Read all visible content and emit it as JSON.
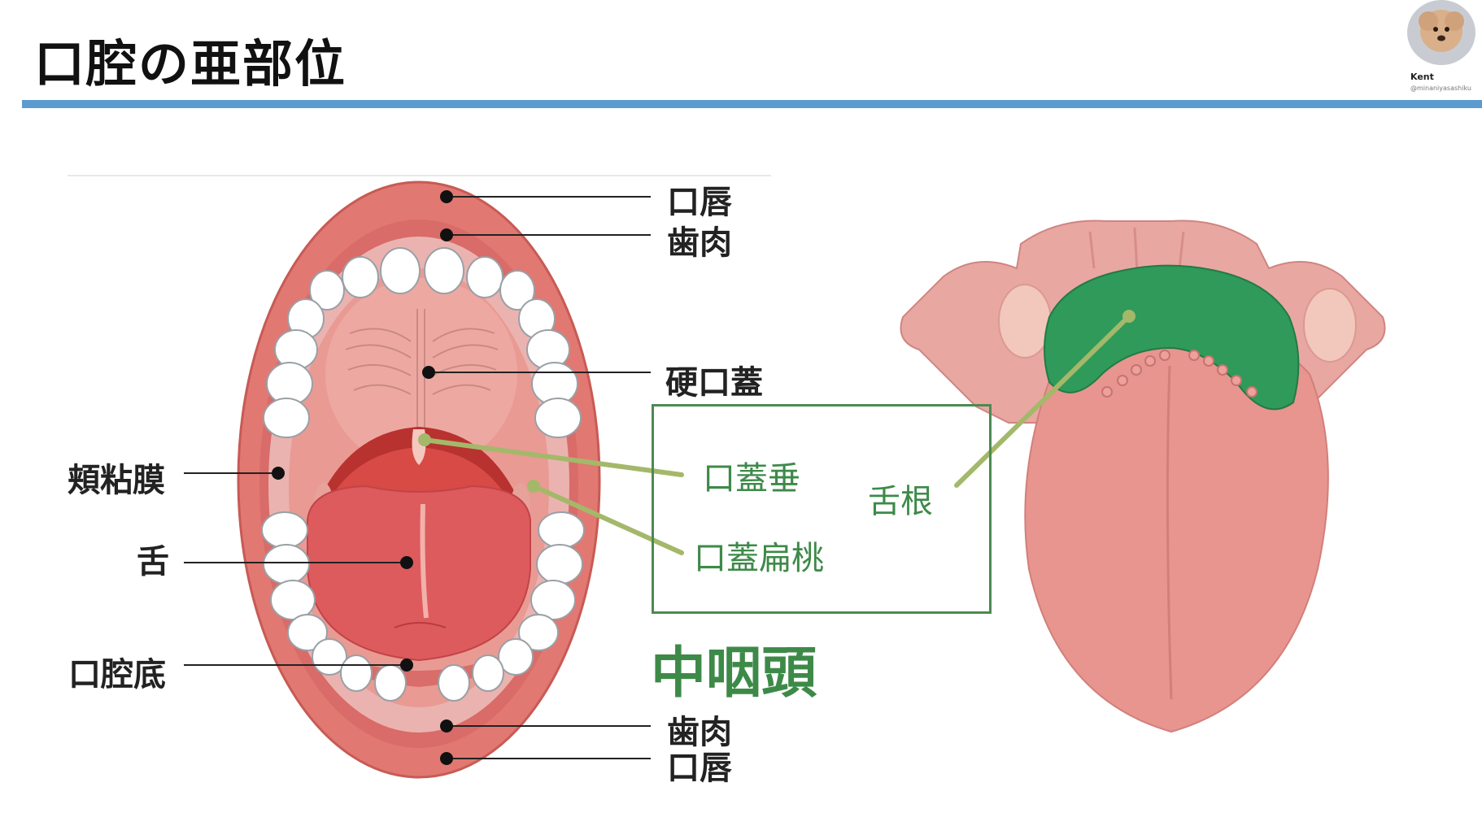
{
  "header": {
    "title": "口腔の亜部位",
    "author": "Kent",
    "handle": "@minaniyasashiku"
  },
  "labels": {
    "lip_top": "口唇",
    "gum_top": "歯肉",
    "hard_palate": "硬口蓋",
    "buccal_mucosa": "頬粘膜",
    "tongue": "舌",
    "floor_of_mouth": "口腔底",
    "gum_bottom": "歯肉",
    "lip_bottom": "口唇"
  },
  "oropharynx": {
    "uvula": "口蓋垂",
    "palatine_tonsil": "口蓋扁桃",
    "tongue_base": "舌根",
    "region_title": "中咽頭"
  },
  "colors": {
    "accent_blue": "#5b9bd0",
    "green": "#3d8a48",
    "leader_green": "#a4b86a"
  }
}
